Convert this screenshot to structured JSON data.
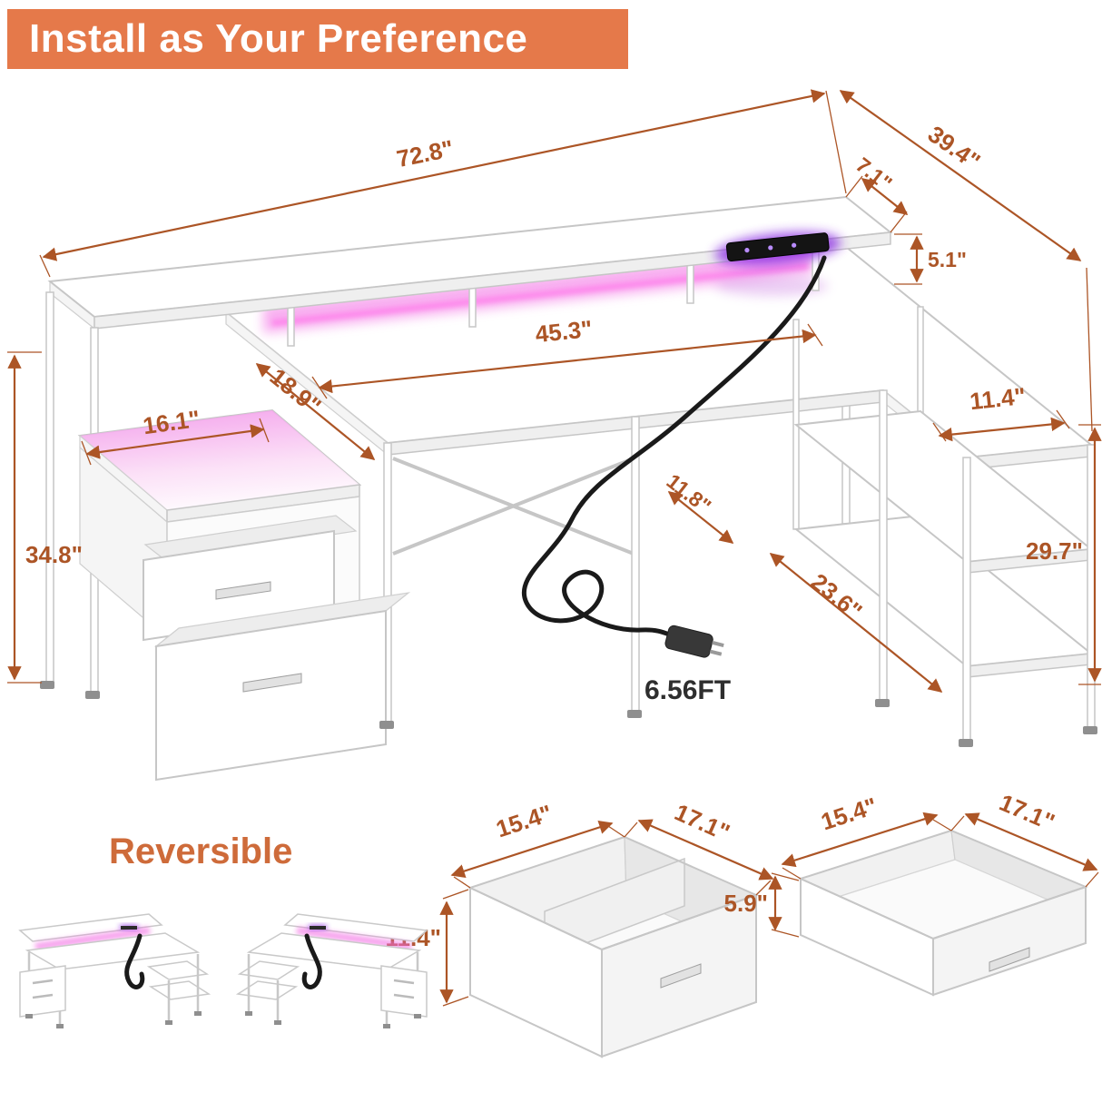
{
  "banner": {
    "title": "Install as Your Preference"
  },
  "reversible": {
    "title": "Reversible"
  },
  "desk": {
    "dims": {
      "total_width": "72.8\"",
      "total_depth": "39.4\"",
      "monitor_shelf_depth": "7.1\"",
      "monitor_shelf_height": "5.1\"",
      "desktop_width": "45.3\"",
      "desktop_depth": "18.9\"",
      "left_shelf_width": "16.1\"",
      "left_height": "34.8\"",
      "return_shelf_depth": "11.4\"",
      "middle_gap": "11.8\"",
      "right_height": "29.7\"",
      "side_shelf_length": "23.6\"",
      "cord_length": "6.56FT"
    }
  },
  "drawers": {
    "file_drawer": {
      "width": "15.4\"",
      "depth": "17.1\"",
      "height": "11.4\""
    },
    "top_drawer": {
      "width": "15.4\"",
      "depth": "17.1\"",
      "height": "5.9\""
    }
  },
  "colors": {
    "banner_orange": "#E5794A",
    "dimension_orange": "#AC5526",
    "led_pink": "#F36DE4",
    "power_purple": "#8A2BE2",
    "desk_outline": "#C6C6C6"
  }
}
